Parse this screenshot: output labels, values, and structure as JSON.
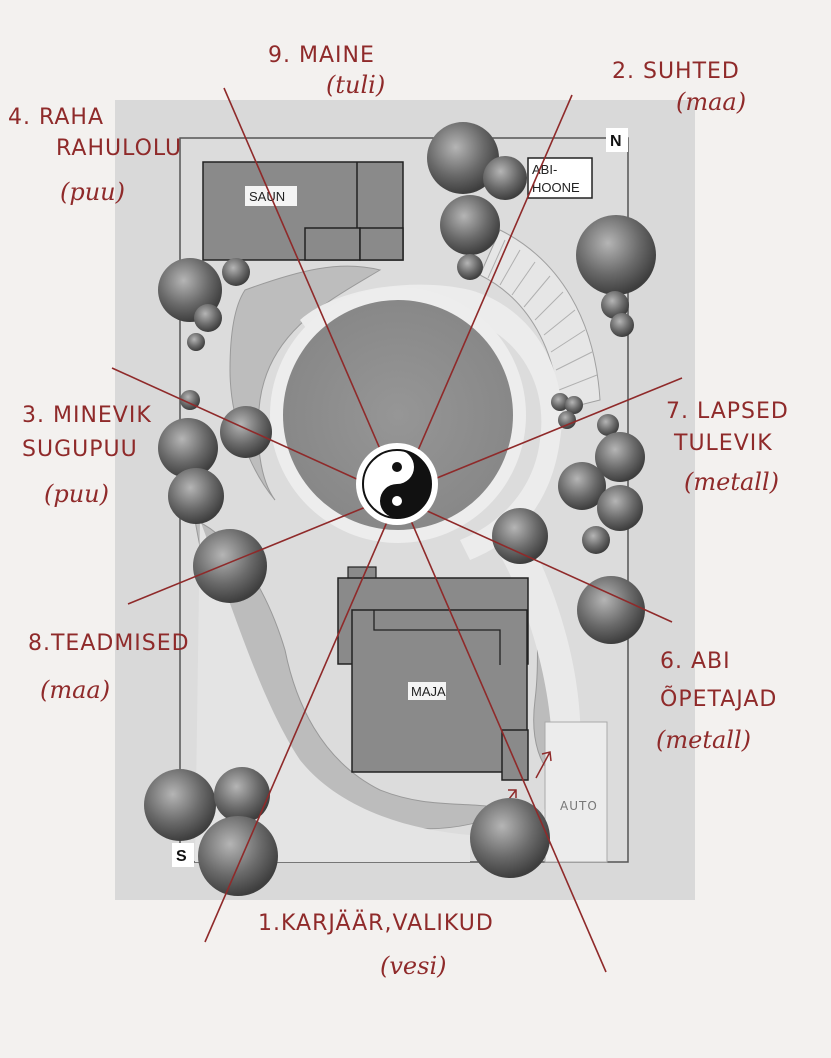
{
  "buildings": {
    "saun": "SAUN",
    "abihoone_line1": "ABI-",
    "abihoone_line2": "HOONE",
    "maja": "MAJA"
  },
  "compass": {
    "north": "N",
    "south": "S"
  },
  "parking": {
    "auto": "AUTO"
  },
  "zones": {
    "z9": {
      "line1": "9. MAINE",
      "line2": "(tuli)"
    },
    "z2": {
      "line1": "2. SUHTED",
      "line2": "(maa)"
    },
    "z4": {
      "line1": "4. RAHA",
      "line2": "RAHULOLU",
      "line3": "(puu)"
    },
    "z3": {
      "line1": "3. MINEVIK",
      "line2": "SUGUPUU",
      "line3": "(puu)"
    },
    "z7": {
      "line1": "7. LAPSED",
      "line2": "TULEVIK",
      "line3": "(metall)"
    },
    "z8": {
      "line1": "8.TEADMISED",
      "line2": "(maa)"
    },
    "z6": {
      "line1": "6. ABI",
      "line2": "ÕPETAJAD",
      "line3": "(metall)"
    },
    "z1": {
      "line1": "1.KARJÄÄR,VALIKUD",
      "line2": "(vesi)"
    }
  },
  "colors": {
    "ink": "#8f2a2a",
    "paper": "#f3f1ef",
    "plan_bg": "#d4d4d4",
    "lawn": "#8f8f8f",
    "path": "#e8e8e8",
    "building": "#8a8a8a",
    "tree": "#6b6b6b"
  },
  "icons": {
    "center": "yin-yang-icon"
  }
}
